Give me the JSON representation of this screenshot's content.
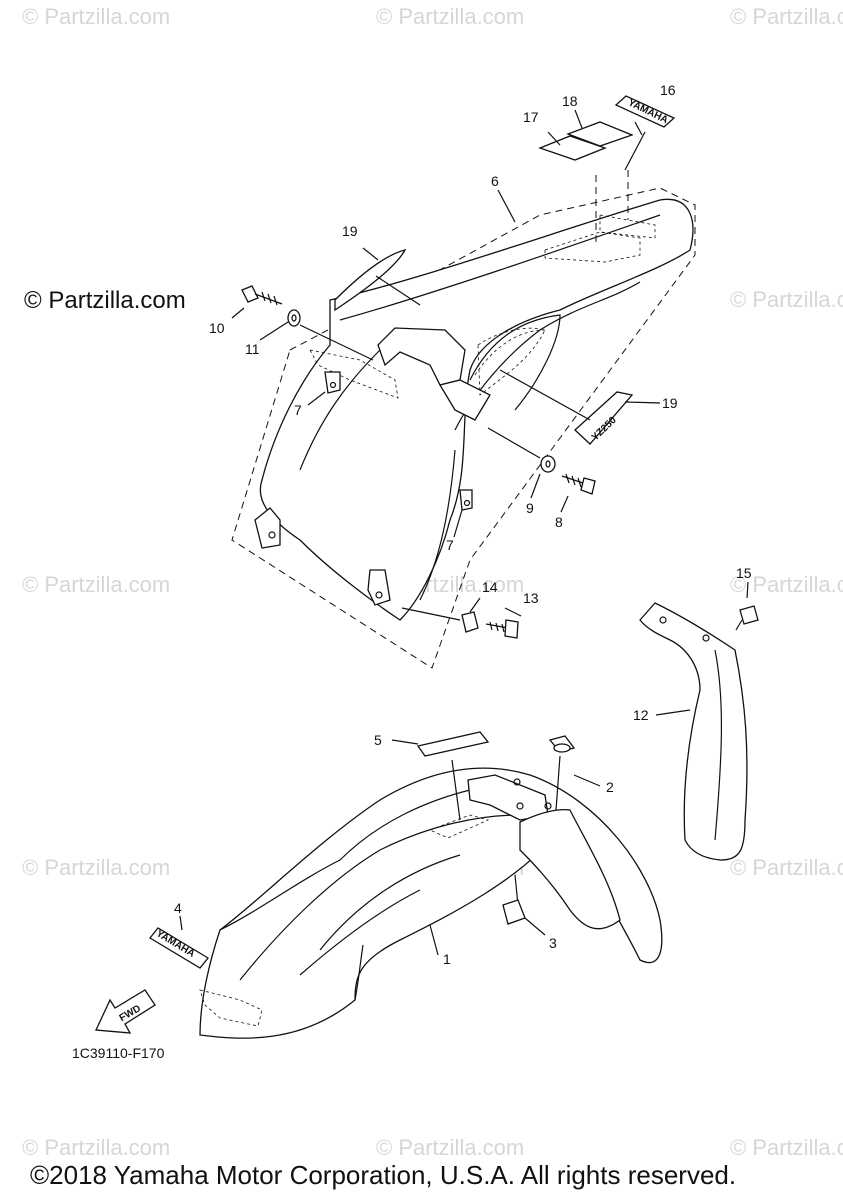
{
  "watermark": {
    "text": "© Partzilla.com"
  },
  "brand_label": "© Partzilla.com",
  "diagram_code": "1C39110-F170",
  "copyright": "©2018 Yamaha Motor Corporation, U.S.A. All rights reserved.",
  "decals": {
    "front_fender_logo": "YAMAHA",
    "rear_fender_logo": "YAMAHA",
    "side_logo": "YZ250",
    "direction_arrow": "FWD"
  },
  "callouts": {
    "c1": "1",
    "c2": "2",
    "c3": "3",
    "c4": "4",
    "c5": "5",
    "c6": "6",
    "c7a": "7",
    "c7b": "7",
    "c8": "8",
    "c9": "9",
    "c10": "10",
    "c11": "11",
    "c12": "12",
    "c13": "13",
    "c14": "14",
    "c15": "15",
    "c16": "16",
    "c17": "17",
    "c18": "18",
    "c19a": "19",
    "c19b": "19"
  }
}
